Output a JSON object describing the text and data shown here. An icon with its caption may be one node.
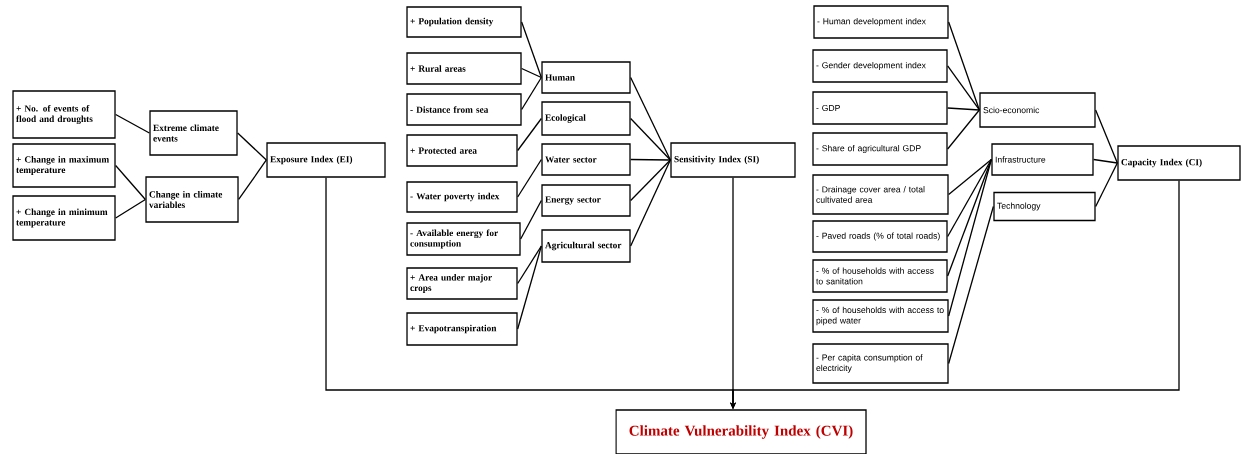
{
  "diagram": {
    "nodes": [
      {
        "text": [
          "+ No. of events of flood and droughts"
        ]
      },
      {
        "text": [
          "+ Change in maximum temperature"
        ]
      },
      {
        "text": [
          "+ Change in minimum temperature"
        ]
      },
      {
        "text": [
          "Extreme climate events"
        ]
      },
      {
        "text": [
          "Change in climate variables"
        ]
      },
      {
        "text": [
          "Exposure Index (EI)"
        ]
      },
      {
        "text": [
          "+ Population density"
        ]
      },
      {
        "text": [
          "+ Rural areas"
        ]
      },
      {
        "text": [
          "- Distance from sea"
        ]
      },
      {
        "text": [
          "+ Protected area"
        ]
      },
      {
        "text": [
          "- Water poverty index"
        ]
      },
      {
        "text": [
          "- Available energy for consumption"
        ]
      },
      {
        "text": [
          "+ Area under major crops"
        ]
      },
      {
        "text": [
          "+ Evapotranspiration"
        ]
      },
      {
        "text": [
          "Human"
        ]
      },
      {
        "text": [
          "Ecological"
        ]
      },
      {
        "text": [
          "Water sector"
        ]
      },
      {
        "text": [
          "Energy sector"
        ]
      },
      {
        "text": [
          "Agricultural sector"
        ]
      },
      {
        "text": [
          "Sensitivity Index (SI)"
        ]
      },
      {
        "text": [
          "- Human development index"
        ]
      },
      {
        "text": [
          "- Gender development index"
        ]
      },
      {
        "text": [
          "- GDP"
        ]
      },
      {
        "text": [
          "- Share of agricultural GDP"
        ]
      },
      {
        "text": [
          "- Drainage cover area / total cultivated area"
        ]
      },
      {
        "text": [
          "- Paved roads (% of total roads)"
        ]
      },
      {
        "text": [
          "- % of households with access to sanitation"
        ]
      },
      {
        "text": [
          "- % of households with access to piped water"
        ]
      },
      {
        "text": [
          "- Per capita consumption of electricity"
        ]
      },
      {
        "text": [
          "Scio-economic"
        ]
      },
      {
        "text": [
          "Infrastructure"
        ]
      },
      {
        "text": [
          "Technology"
        ]
      },
      {
        "text": [
          "Capacity Index (CI)"
        ]
      },
      {
        "text": [
          "Climate Vulnerability Index (CVI)"
        ]
      }
    ],
    "edges": [
      {
        "from": 0,
        "to": 3,
        "arrow": "none"
      },
      {
        "from": 1,
        "to": 4,
        "arrow": "none"
      },
      {
        "from": 2,
        "to": 4,
        "arrow": "none"
      },
      {
        "from": 3,
        "to": 5,
        "arrow": "none"
      },
      {
        "from": 4,
        "to": 5,
        "arrow": "none"
      },
      {
        "from": 6,
        "to": 14,
        "arrow": "none"
      },
      {
        "from": 7,
        "to": 14,
        "arrow": "none"
      },
      {
        "from": 8,
        "to": 14,
        "arrow": "none"
      },
      {
        "from": 9,
        "to": 15,
        "arrow": "none"
      },
      {
        "from": 10,
        "to": 16,
        "arrow": "none"
      },
      {
        "from": 11,
        "to": 17,
        "arrow": "none"
      },
      {
        "from": 12,
        "to": 18,
        "arrow": "none"
      },
      {
        "from": 13,
        "to": 18,
        "arrow": "none"
      },
      {
        "from": 14,
        "to": 19,
        "arrow": "none"
      },
      {
        "from": 15,
        "to": 19,
        "arrow": "none"
      },
      {
        "from": 16,
        "to": 19,
        "arrow": "none"
      },
      {
        "from": 17,
        "to": 19,
        "arrow": "none"
      },
      {
        "from": 18,
        "to": 19,
        "arrow": "none"
      },
      {
        "from": 20,
        "to": 29,
        "arrow": "none"
      },
      {
        "from": 21,
        "to": 29,
        "arrow": "none"
      },
      {
        "from": 22,
        "to": 29,
        "arrow": "none"
      },
      {
        "from": 23,
        "to": 29,
        "arrow": "none"
      },
      {
        "from": 24,
        "to": 30,
        "arrow": "none"
      },
      {
        "from": 25,
        "to": 30,
        "arrow": "none"
      },
      {
        "from": 26,
        "to": 30,
        "arrow": "none"
      },
      {
        "from": 27,
        "to": 30,
        "arrow": "none"
      },
      {
        "from": 28,
        "to": 31,
        "arrow": "none"
      },
      {
        "from": 29,
        "to": 32,
        "arrow": "none"
      },
      {
        "from": 30,
        "to": 32,
        "arrow": "none"
      },
      {
        "from": 31,
        "to": 32,
        "arrow": "none"
      },
      {
        "from": 5,
        "to": 33,
        "arrow": "to"
      },
      {
        "from": 19,
        "to": 33,
        "arrow": "to"
      },
      {
        "from": 32,
        "to": 33,
        "arrow": "to"
      }
    ]
  }
}
